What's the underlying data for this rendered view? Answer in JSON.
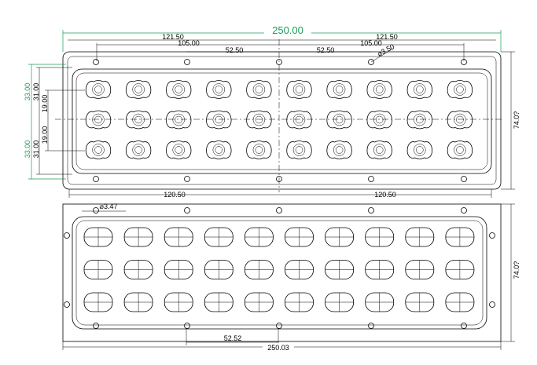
{
  "colors": {
    "line": "#000000",
    "dimension_accent": "#1a9e5a",
    "background": "#ffffff"
  },
  "top_view": {
    "overall_width_label": "250.00",
    "left_hole_span_label": "121.50",
    "right_hole_span_label": "121.50",
    "left_inner_span_label": "105.00",
    "right_inner_span_label": "105.00",
    "left_half_pitch_label": "52.50",
    "right_half_pitch_label": "52.50",
    "hole_label": "⌀3.50",
    "outer_height_upper_label": "33.00",
    "outer_height_lower_label": "33.00",
    "inner_height_upper_label": "31.00",
    "inner_height_lower_label": "31.00",
    "row_pitch_upper_label": "19.00",
    "row_pitch_lower_label": "19.00",
    "bottom_left_span_label": "120.50",
    "bottom_right_span_label": "120.50",
    "right_height_label": "74.0?"
  },
  "bottom_view": {
    "hole_label": "⌀3.47",
    "right_height_label": "74.0?",
    "pitch_label": "52.52",
    "overall_width_label": "250.03"
  },
  "lens_grid": {
    "rows": 3,
    "columns": 10
  }
}
